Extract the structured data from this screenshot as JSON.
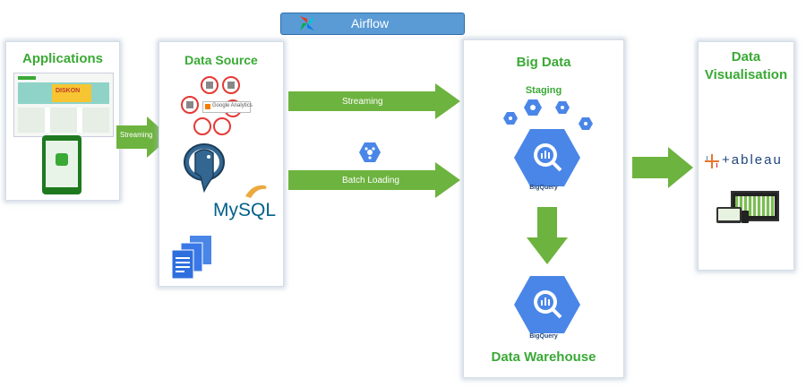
{
  "airflow": {
    "label": "Airflow"
  },
  "applications": {
    "title": "Applications",
    "banner_text": "DISKON"
  },
  "data_source": {
    "title": "Data Source",
    "google_analytics": "Google Analytics",
    "mysql": "MySQL"
  },
  "arrows": {
    "app_to_source": "Streaming",
    "streaming": "Streaming",
    "batch": "Batch Loading"
  },
  "big_data": {
    "title": "Big Data",
    "staging": "Staging",
    "bigquery_label": "BigQuery",
    "warehouse_bigquery_label": "BigQuery",
    "warehouse_title": "Data Warehouse"
  },
  "visualisation": {
    "title_line1": "Data",
    "title_line2": "Visualisation",
    "tableau": "+ableau"
  },
  "colors": {
    "green": "#3aa935",
    "arrow_green": "#6db33f",
    "bigquery_blue": "#4a86e8",
    "airflow_bar": "#5b9bd5"
  }
}
